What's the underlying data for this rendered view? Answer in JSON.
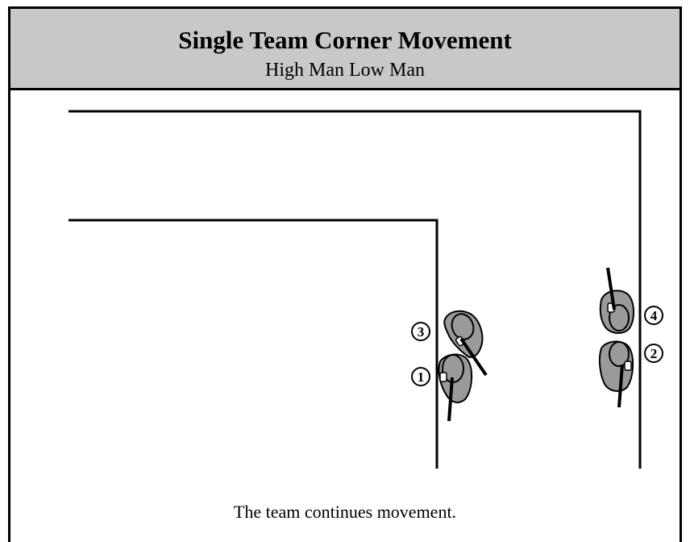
{
  "header": {
    "title": "Single Team Corner Movement",
    "subtitle": "High Man Low Man"
  },
  "caption": "The team continues movement.",
  "operators": [
    {
      "number": "1"
    },
    {
      "number": "2"
    },
    {
      "number": "3"
    },
    {
      "number": "4"
    }
  ],
  "colors": {
    "header_bg": "#c8c8c8",
    "operator_fill": "#9a9a9a",
    "line": "#000000"
  }
}
